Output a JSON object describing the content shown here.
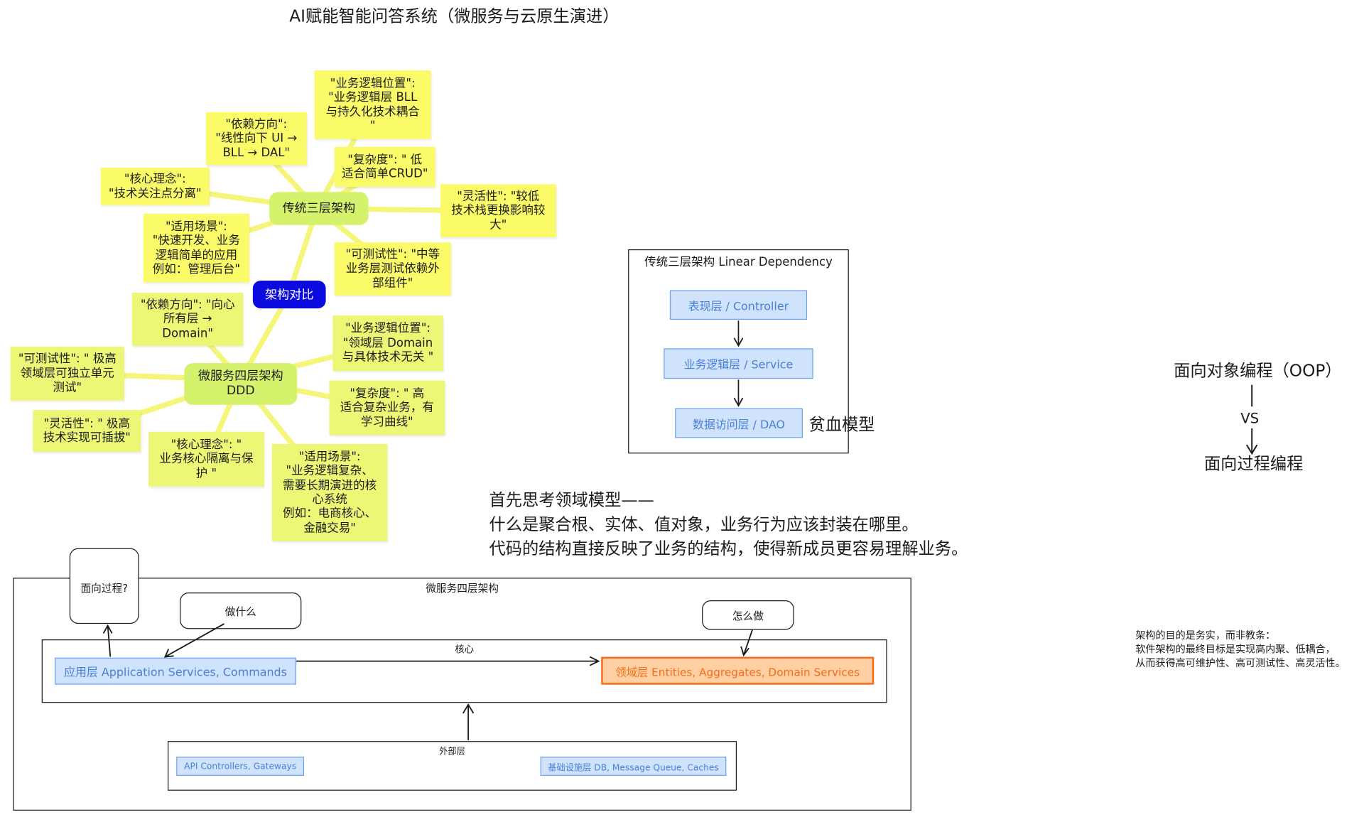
{
  "title": "AI赋能智能问答系统（微服务与云原生演进）",
  "mindmap": {
    "root": "架构对比",
    "traditional": {
      "label": "传统三层架构",
      "notes": {
        "biz_location": "\"业务逻辑位置\":\n\"业务逻辑层 BLL\n与持久化技术耦合\n\"",
        "dependency": "\"依赖方向\":\n\"线性向下 UI →\nBLL → DAL\"",
        "complexity": "\"复杂度\": \" 低\n适合简单CRUD\"",
        "concept": "\"核心理念\":\n\"技术关注点分离\"",
        "flexibility": "\"灵活性\": \"较低\n技术栈更换影响较\n大\"",
        "scenario": "\"适用场景\":\n\"快速开发、业务\n逻辑简单的应用\n例如：管理后台\"",
        "testability": "\"可测试性\": \"中等\n业务层测试依赖外\n部组件\""
      }
    },
    "ddd": {
      "label": "微服务四层架构\nDDD",
      "notes": {
        "dependency": "\"依赖方向\": \"向心\n所有层 →\nDomain\"",
        "biz_location": "\"业务逻辑位置\":\n\"领域层 Domain\n与具体技术无关 \"",
        "testability": "\"可测试性\": \" 极高\n领域层可独立单元\n测试\"",
        "complexity": "\"复杂度\": \" 高\n适合复杂业务，有\n学习曲线\"",
        "flexibility": "\"灵活性\": \" 极高\n技术实现可插拔\"",
        "concept": "\"核心理念\": \"\n业务核心隔离与保\n护 \"",
        "scenario": "\"适用场景\":\n\"业务逻辑复杂、\n需要长期演进的核\n心系统\n例如：电商核心、\n金融交易\""
      }
    }
  },
  "three_tier_box": {
    "title": "传统三层架构 Linear Dependency",
    "layers": [
      "表现层 / Controller",
      "业务逻辑层 / Service",
      "数据访问层 / DAO"
    ],
    "anemic_label": "贫血模型"
  },
  "oop": {
    "top": "面向对象编程（OOP）",
    "vs": "VS",
    "bottom": "面向过程编程"
  },
  "domain_text": {
    "line1": "首先思考领域模型——",
    "line2": "什么是聚合根、实体、值对象，业务行为应该封装在哪里。",
    "line3": "代码的结构直接反映了业务的结构，使得新成员更容易理解业务。"
  },
  "four_layer": {
    "title": "微服务四层架构",
    "core_label": "核心",
    "app_layer": "应用层 Application Services, Commands",
    "domain_layer": "领域层 Entities, Aggregates, Domain Services",
    "outer_label": "外部层",
    "api": "API Controllers, Gateways",
    "infra": "基础设施层  DB, Message Queue, Caches",
    "bubble_procedural": "面向过程?",
    "bubble_what": "做什么",
    "bubble_how": "怎么做"
  },
  "note": {
    "line1": "架构的目的是务实，而非教条：",
    "line2": "软件架构的最终目标是实现高内聚、低耦合，",
    "line3": "从而获得高可维护性、高可测试性、高灵活性。"
  },
  "colors": {
    "root": "#0b0be0",
    "branch": "#d4f26c",
    "sticky": "#fbfb6a",
    "connector": "#f5f57a",
    "layer_fill": "#cfe3fd",
    "layer_stroke": "#6fa3ee",
    "domain_fill": "#fed0a3",
    "domain_stroke": "#f46e1a"
  }
}
